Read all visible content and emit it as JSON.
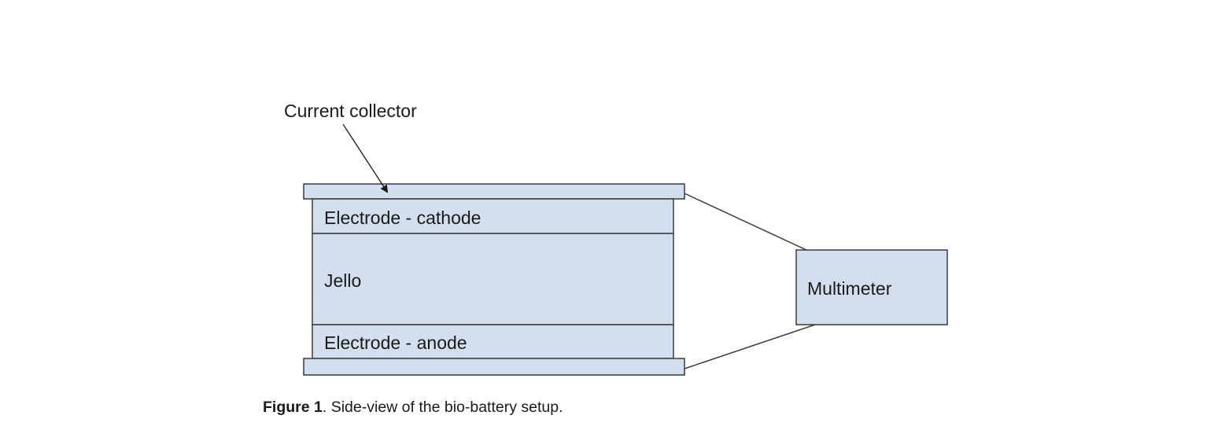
{
  "labels": {
    "current_collector": "Current collector",
    "cathode": "Electrode - cathode",
    "jello": "Jello",
    "anode": "Electrode - anode",
    "multimeter": "Multimeter"
  },
  "caption": {
    "bold": "Figure 1",
    "text": ". Side-view of the bio-battery setup."
  },
  "colors": {
    "fill": "#d3dfee",
    "stroke": "#3a3a3a"
  }
}
